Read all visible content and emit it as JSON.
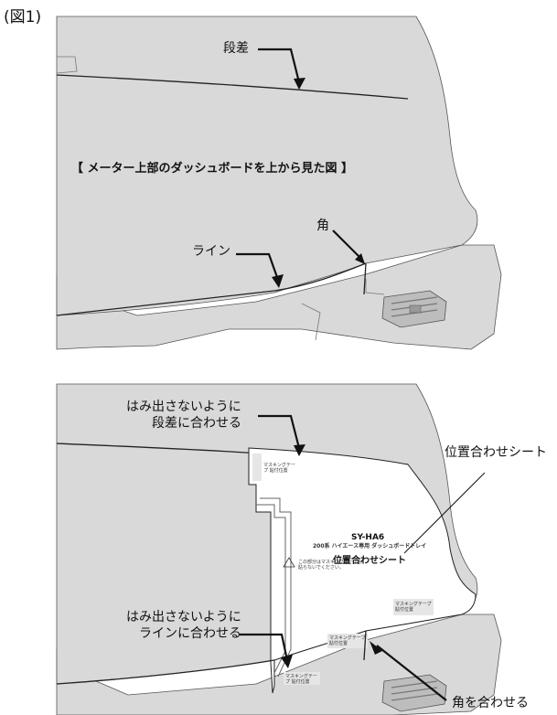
{
  "figure_label": "(図1)",
  "top_panel": {
    "step_label": "段差",
    "caption": "【 メーター上部のダッシュボードを上から見た図 】",
    "corner_label": "角",
    "line_label": "ライン"
  },
  "bottom_panel": {
    "step_instruction_line1": "はみ出さないように",
    "step_instruction_line2": "段差に合わせる",
    "sheet_label": "位置合わせシート",
    "line_instruction_line1": "はみ出さないように",
    "line_instruction_line2": "ラインに合わせる",
    "corner_instruction": "角を合わせる",
    "sheet": {
      "model": "SY-HA6",
      "product": "200系 ハイエース専用 ダッシュボードトレイ",
      "name": "位置合わせシート",
      "note_tape_1": "マスキングテープ 貼付位置",
      "note_warning": "この部分はマスキングテープを 貼らないでください。",
      "note_tape_2": "マスキングテープ 貼付位置",
      "note_tape_3": "マスキングテープ 貼付位置",
      "note_tape_4": "マスキングテープ 貼付位置"
    }
  }
}
